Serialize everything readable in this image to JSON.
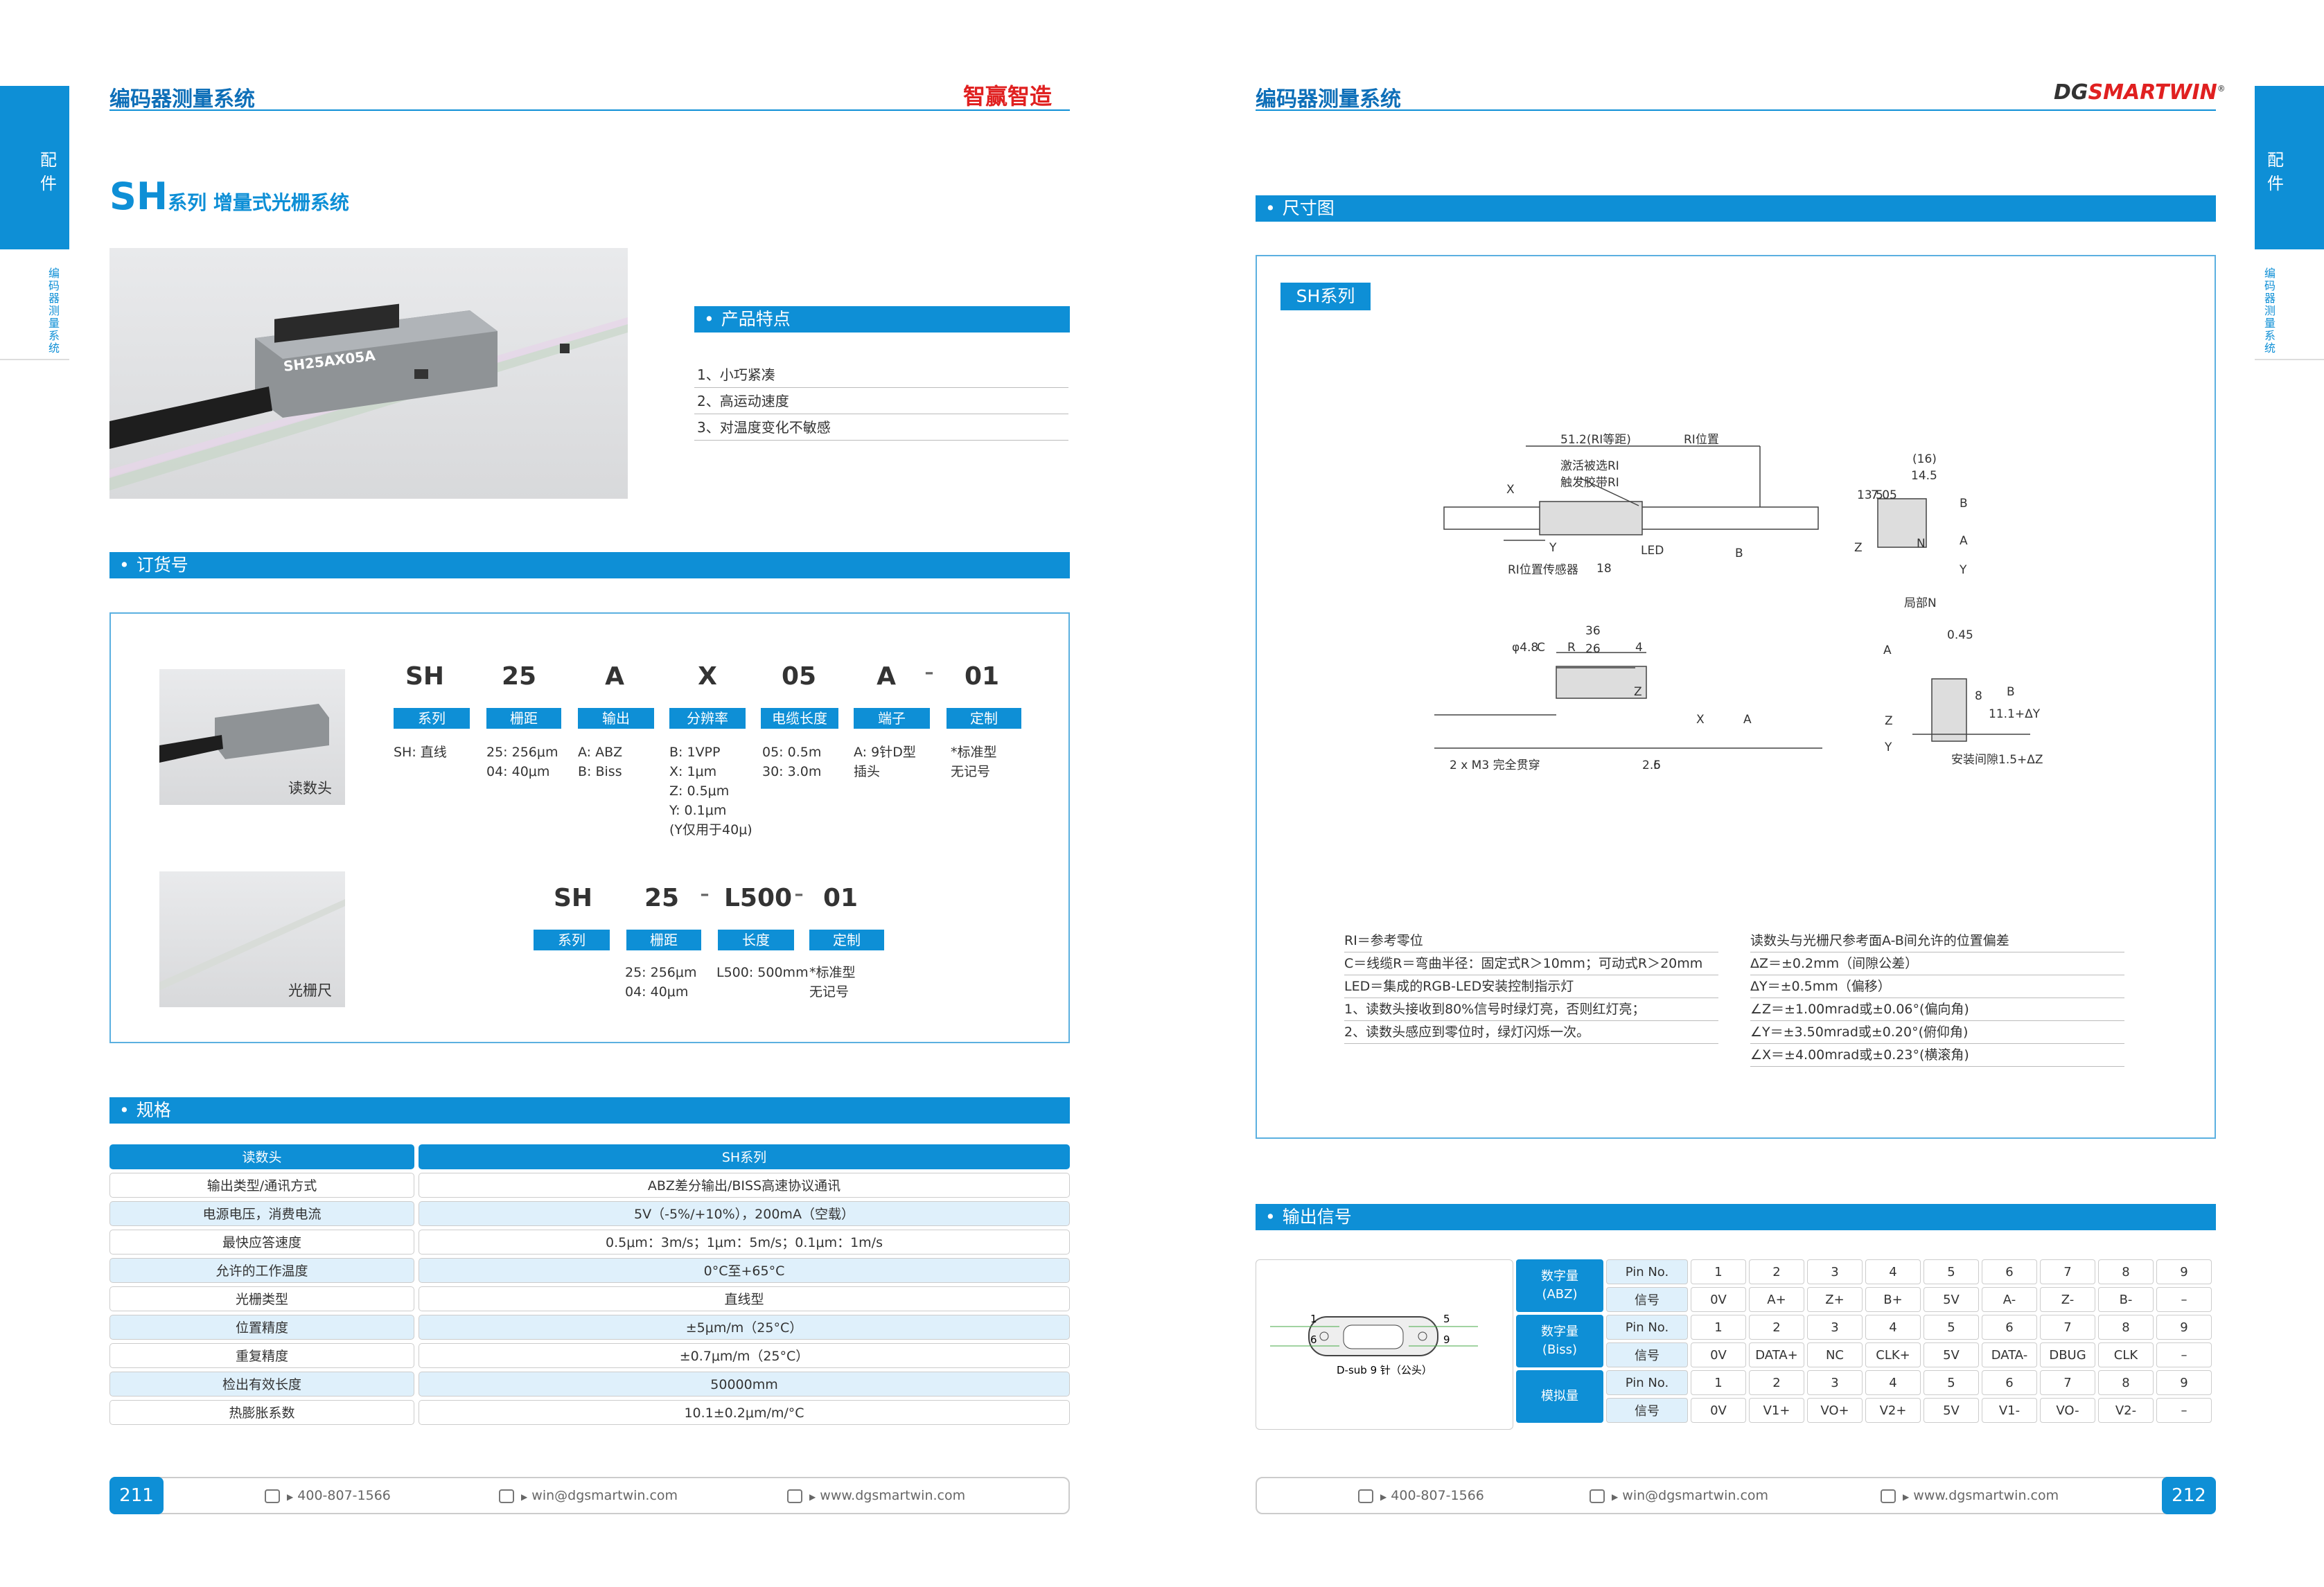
{
  "left_page": {
    "header_title": "编码器测量系统",
    "brand_cn": "智赢智造",
    "side_tab": "配件",
    "side_text": "编码器测量系统",
    "series_prefix": "SH",
    "series_title": "系列 增量式光栅系统",
    "photo_label": "SH25AX05A",
    "features_title": "产品特点",
    "features": [
      "1、小巧紧凑",
      "2、高运动速度",
      "3、对温度变化不敏感"
    ],
    "order_title": "订货号",
    "readhead_label": "读数头",
    "scale_label": "光栅尺",
    "readhead_code": {
      "codes": [
        "SH",
        "25",
        "A",
        "X",
        "05",
        "A",
        "01"
      ],
      "dash": "–",
      "tags": [
        "系列",
        "栅距",
        "输出",
        "分辨率",
        "电缆长度",
        "端子",
        "定制"
      ],
      "options": [
        "SH: 直线",
        "25: 256μm\n04: 40μm",
        "A: ABZ\nB: Biss",
        "B: 1VPP\nX: 1μm\nZ: 0.5μm\nY: 0.1μm\n(Y仅用于40μ)",
        "05: 0.5m\n30: 3.0m",
        "A: 9针D型\n插头",
        "*标准型\n无记号"
      ]
    },
    "scale_code": {
      "codes": [
        "SH",
        "25",
        "L500",
        "01"
      ],
      "dash": "–",
      "tags": [
        "系列",
        "栅距",
        "长度",
        "定制"
      ],
      "options": [
        "25: 256μm\n04: 40μm",
        "L500: 500mm",
        "*标准型\n无记号"
      ]
    },
    "spec_title": "规格",
    "spec_head": [
      "读数头",
      "SH系列"
    ],
    "spec_rows": [
      [
        "输出类型/通讯方式",
        "ABZ差分输出/BISS高速协议通讯"
      ],
      [
        "电源电压，消费电流",
        "5V（-5%/+10%），200mA（空载）"
      ],
      [
        "最快应答速度",
        "0.5μm：3m/s；1μm：5m/s；0.1μm：1m/s"
      ],
      [
        "允许的工作温度",
        "0°C至+65°C"
      ],
      [
        "光栅类型",
        "直线型"
      ],
      [
        "位置精度",
        "±5μm/m（25°C）"
      ],
      [
        "重复精度",
        "±0.7μm/m（25°C）"
      ],
      [
        "检出有效长度",
        "50000mm"
      ],
      [
        "热膨胀系数",
        "10.1±0.2μm/m/°C"
      ]
    ],
    "page_number": "211",
    "phone": "400-807-1566",
    "email": "win@dgsmartwin.com",
    "website": "www.dgsmartwin.com",
    "arrow": "▶"
  },
  "right_page": {
    "header_title": "编码器测量系统",
    "brand_dg": "DG",
    "brand_name": "SMARTWIN",
    "brand_reg": "®",
    "side_tab": "配件",
    "side_text": "编码器测量系统",
    "dims_title": "尺寸图",
    "dims_series": "SH系列",
    "drawing_labels": {
      "ri_pitch": "51.2(RI等距)",
      "ri_pos": "RI位置",
      "activate": "激活被选RI",
      "trigger": "触发胶带RI",
      "led": "LED",
      "ri_sensor": "RI位置传感器",
      "d18": "18",
      "X": "X",
      "Y": "Y",
      "Z": "Z",
      "A": "A",
      "B": "B",
      "N": "N",
      "d16": "(16)",
      "d14_5": "14.5",
      "d13_5": "13.5",
      "d7_05": "7.05",
      "local_n": "局部N",
      "d36": "36",
      "d26": "26",
      "d4": "4",
      "d4_8": "φ4.8",
      "C": "C",
      "R": "R",
      "m3": "2 x M3 完全贯穿",
      "d2_5": "2.5",
      "d6": "6",
      "d0_45": "0.45",
      "d8": "8",
      "d11": "11.1+ΔY",
      "gap": "安装间隙1.5+ΔZ"
    },
    "notes_left": [
      "RI＝参考零位",
      "C＝线缆R＝弯曲半径：固定式R＞10mm；可动式R＞20mm",
      "LED＝集成的RGB-LED安装控制指示灯",
      "1、读数头接收到80%信号时绿灯亮，否则红灯亮；",
      "2、读数头感应到零位时，绿灯闪烁一次。"
    ],
    "notes_right": [
      "读数头与光栅尺参考面A-B间允许的位置偏差",
      "ΔZ＝±0.2mm（间隙公差）",
      "ΔY＝±0.5mm（偏移）",
      "∠Z＝±1.00mrad或±0.06°(偏向角)",
      "∠Y＝±3.50mrad或±0.20°(俯仰角)",
      "∠X＝±4.00mrad或±0.23°(横滚角)"
    ],
    "output_title": "输出信号",
    "connector_label": "D-sub 9 针（公头）",
    "pin_marks": [
      "1",
      "5",
      "6",
      "9"
    ],
    "signal_groups": [
      {
        "name": "数字量\n(ABZ)",
        "pins": [
          "Pin No.",
          "1",
          "2",
          "3",
          "4",
          "5",
          "6",
          "7",
          "8",
          "9"
        ],
        "signals": [
          "信号",
          "0V",
          "A+",
          "Z+",
          "B+",
          "5V",
          "A-",
          "Z-",
          "B-",
          "–"
        ]
      },
      {
        "name": "数字量\n(Biss)",
        "pins": [
          "Pin No.",
          "1",
          "2",
          "3",
          "4",
          "5",
          "6",
          "7",
          "8",
          "9"
        ],
        "signals": [
          "信号",
          "0V",
          "DATA+",
          "NC",
          "CLK+",
          "5V",
          "DATA-",
          "DBUG",
          "CLK",
          "–"
        ]
      },
      {
        "name": "模拟量",
        "pins": [
          "Pin No.",
          "1",
          "2",
          "3",
          "4",
          "5",
          "6",
          "7",
          "8",
          "9"
        ],
        "signals": [
          "信号",
          "0V",
          "V1+",
          "VO+",
          "V2+",
          "5V",
          "V1-",
          "VO-",
          "V2-",
          "–"
        ]
      }
    ],
    "page_number": "212",
    "phone": "400-807-1566",
    "email": "win@dgsmartwin.com",
    "website": "www.dgsmartwin.com",
    "arrow": "▶"
  }
}
